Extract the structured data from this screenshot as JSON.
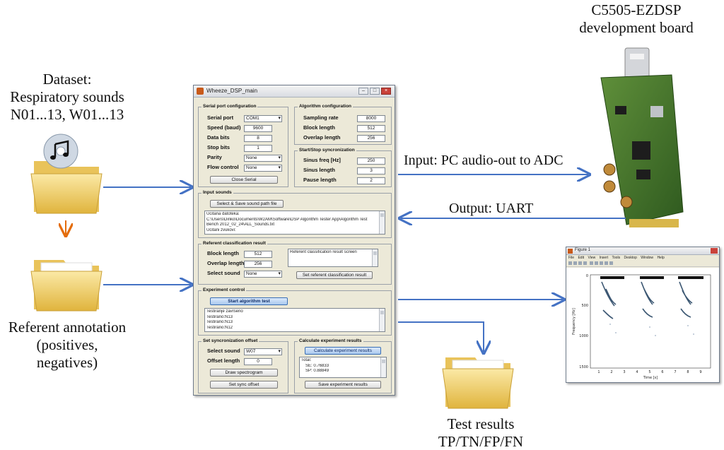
{
  "captions": {
    "dataset": [
      "Dataset:",
      "Respiratory sounds",
      "N01...13, W01...13"
    ],
    "board": [
      "C5505-EZDSP",
      "development board"
    ],
    "referent": [
      "Referent annotation",
      "(positives,",
      "negatives)"
    ],
    "results": [
      "Test results",
      "TP/TN/FP/FN"
    ],
    "input_arrow": "Input: PC audio-out to ADC",
    "output_arrow": "Output: UART"
  },
  "colors": {
    "arrow_blue": "#4472c4",
    "arrow_orange": "#e46c0a",
    "folder_yellow": "#f2d36b"
  },
  "app": {
    "title": "Wheeze_DSP_main",
    "serial": {
      "title": "Serial port configuration",
      "port_label": "Serial port",
      "port_value": "COM1",
      "speed_label": "Speed (baud)",
      "speed_value": "9600",
      "databits_label": "Data bits",
      "databits_value": "8",
      "stopbits_label": "Stop bits",
      "stopbits_value": "1",
      "parity_label": "Parity",
      "parity_value": "None",
      "flow_label": "Flow control",
      "flow_value": "None",
      "close_button": "Close Serial"
    },
    "algorithm": {
      "title": "Algorithm configuration",
      "rate_label": "Sampling rate",
      "rate_value": "8000",
      "block_label": "Block length",
      "block_value": "512",
      "overlap_label": "Overlap length",
      "overlap_value": "256"
    },
    "sync": {
      "title": "Start/Stop syncronization",
      "freq_label": "Sinus freq [Hz]",
      "freq_value": "250",
      "sinlen_label": "Sinus length",
      "sinlen_value": "3",
      "pause_label": "Pause length",
      "pause_value": "2"
    },
    "input_sounds": {
      "title": "Input sounds",
      "button": "Select & Save sound path file",
      "log": [
        "Ucitana datoteka:",
        "C:\\Users\\Dinko\\Documents\\W2AM\\Software\\DSP Algorithm Tester App\\Algorithm Test",
        "Bench 2012_02_24\\ALL_Sounds.txt",
        "Ucitani zvukovi:"
      ]
    },
    "referent": {
      "title": "Referent classification result",
      "block_label": "Block length",
      "block_value": "512",
      "overlap_label": "Overlap length",
      "overlap_value": "256",
      "sound_label": "Select sound",
      "sound_value": "None",
      "screen_text": "Referent classification result screen",
      "set_button": "Set referent classification result"
    },
    "experiment": {
      "title": "Experiment control",
      "start_button": "Start algorithm test",
      "log": [
        "Testiranje zavrseno",
        "Testirano:N13",
        "Testirano:N13",
        "Testirano:N12"
      ]
    },
    "offset": {
      "title": "Set syncronization offset",
      "sound_label": "Select sound",
      "sound_value": "W07",
      "offset_label": "Offset length",
      "offset_value": "0",
      "draw_button": "Draw spectrogram",
      "set_button": "Set sync offset"
    },
    "calc": {
      "title": "Calculate experiment results",
      "calc_button": "Calculate experiment results",
      "results": [
        "Total:",
        "SE: 0.76833",
        "SP: 0.88849"
      ],
      "save_button": "Save experiment results"
    }
  },
  "figure": {
    "title": "Figure 1",
    "menu": [
      "File",
      "Edit",
      "View",
      "Insert",
      "Tools",
      "Desktop",
      "Window",
      "Help"
    ],
    "y_ticks": [
      "0",
      "500",
      "1000",
      "1500"
    ],
    "x_ticks": [
      "1",
      "2",
      "3",
      "4",
      "5",
      "6",
      "7",
      "8",
      "9"
    ],
    "ylabel": "Frequency [Hz]",
    "xlabel": "Time [s]"
  }
}
